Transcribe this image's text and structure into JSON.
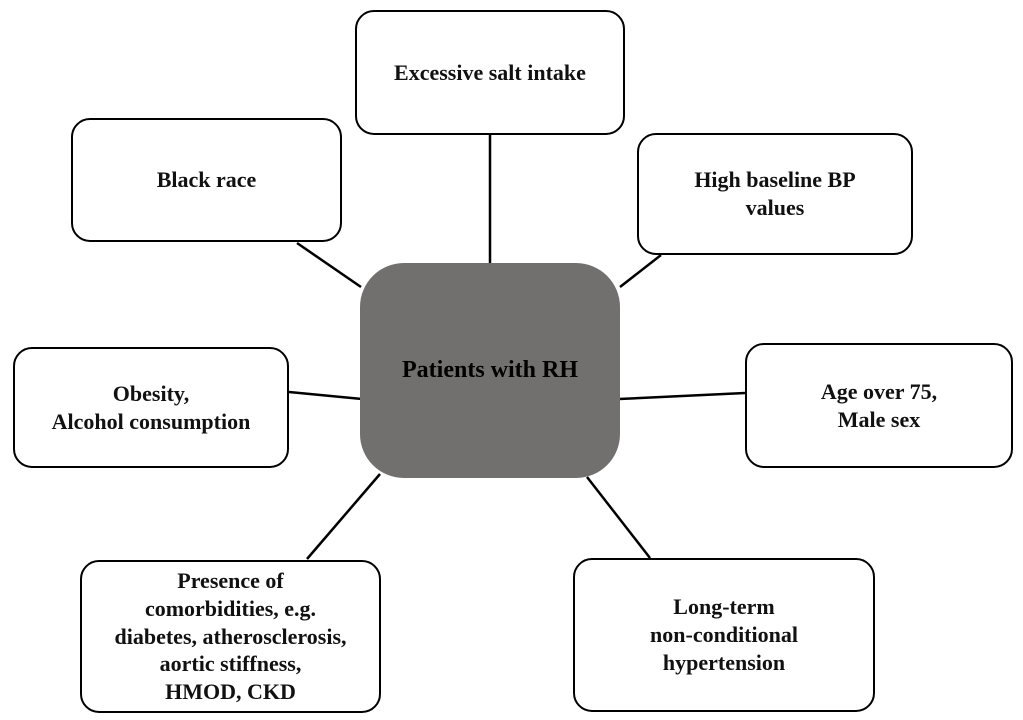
{
  "colors": {
    "background": "#FFFFFF",
    "center_node_fill": "#726F6F",
    "node_fill": "#FFFFFF",
    "node_border": "#000000",
    "connector": "#000000",
    "text": "#111111"
  },
  "diagram": {
    "center": {
      "id": "patients-with-rh",
      "label": "Patients with RH"
    },
    "nodes": [
      {
        "id": "excessive-salt-intake",
        "label": "Excessive salt intake"
      },
      {
        "id": "black-race",
        "label": "Black race"
      },
      {
        "id": "high-baseline-bp-values",
        "label": "High baseline BP\nvalues"
      },
      {
        "id": "obesity-alcohol-consumption",
        "label": "Obesity,\nAlcohol consumption"
      },
      {
        "id": "age-over-75-male-sex",
        "label": "Age over 75,\nMale sex"
      },
      {
        "id": "presence-of-comorbidities",
        "label": "Presence of\ncomorbidities, e.g.\ndiabetes, atherosclerosis,\naortic stiffness,\nHMOD, CKD"
      },
      {
        "id": "long-term-non-conditional-hypertension",
        "label": "Long-term\nnon-conditional\nhypertension"
      }
    ]
  }
}
